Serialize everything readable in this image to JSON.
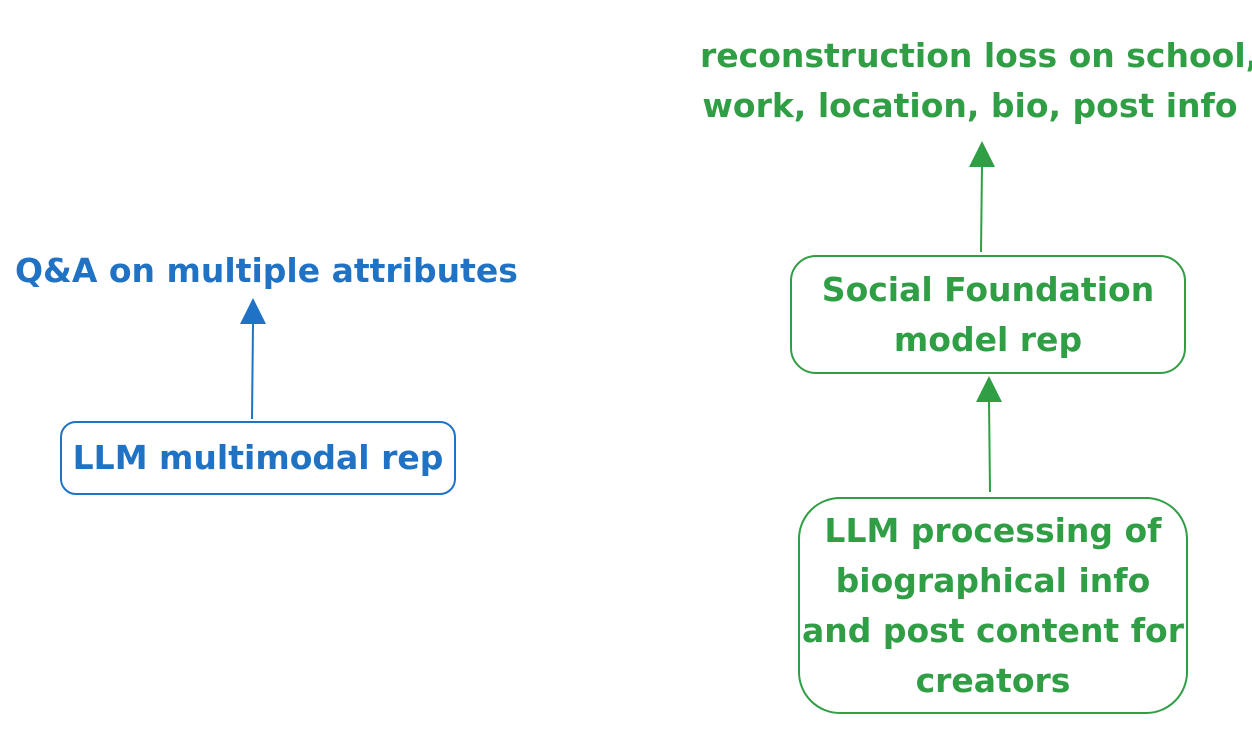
{
  "left": {
    "objective_label": "Q&A on multiple attributes",
    "rep_label": "LLM multimodal rep",
    "color": "#1f72c4"
  },
  "right": {
    "objective_label_line1": "reconstruction loss on school,",
    "objective_label_line2": "work, location, bio, post info",
    "rep_label_line1": "Social Foundation",
    "rep_label_line2": "model rep",
    "input_label_line1": "LLM processing of",
    "input_label_line2": "biographical info",
    "input_label_line3": "and post content for",
    "input_label_line4": "creators",
    "color": "#2f9e44"
  }
}
